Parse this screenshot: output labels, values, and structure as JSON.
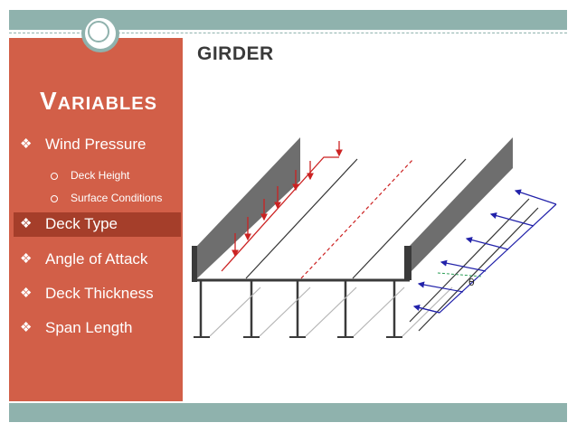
{
  "slide": {
    "title": "GIRDER",
    "sidebar_title": "Variables",
    "items": [
      {
        "label": "Wind Pressure",
        "highlighted": false
      },
      {
        "label": "Deck Type",
        "highlighted": true
      },
      {
        "label": "Angle of Attack",
        "highlighted": false
      },
      {
        "label": "Deck Thickness",
        "highlighted": false
      },
      {
        "label": "Span Length",
        "highlighted": false
      }
    ],
    "sub_items": [
      "Deck Height",
      "Surface Conditions"
    ],
    "bullet_glyph": "❖",
    "angle_label": "θ"
  },
  "colors": {
    "accent_teal": "#8fb2ad",
    "sidebar": "#d25f48",
    "highlight": "#a53e2a",
    "wind_arrows": "#cc2222",
    "flow_arrows": "#2222aa"
  }
}
